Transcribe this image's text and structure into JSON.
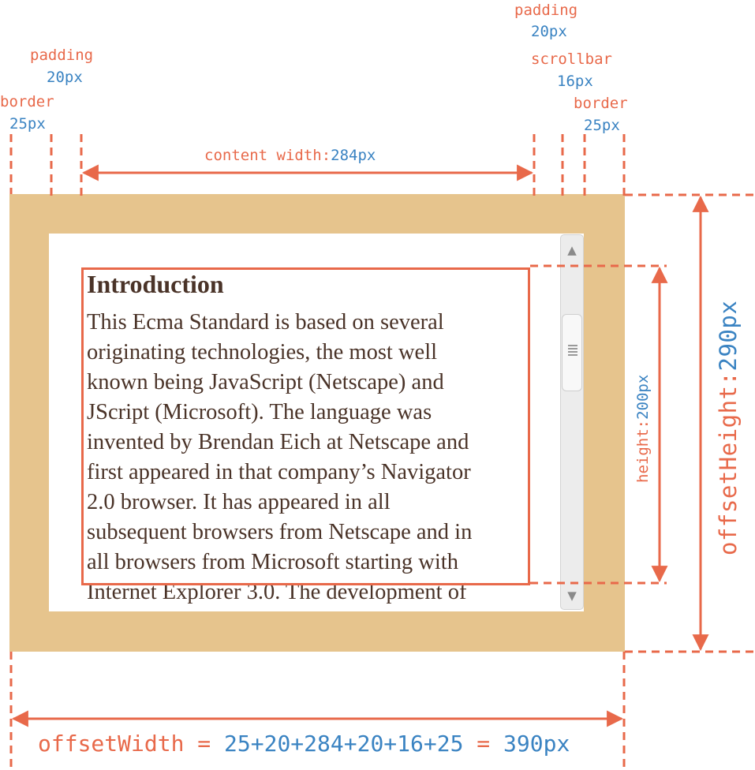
{
  "top_labels": {
    "padding_left": {
      "name": "padding",
      "value": "20px"
    },
    "border_left": {
      "name": "border",
      "value": "25px"
    },
    "padding_right": {
      "name": "padding",
      "value": "20px"
    },
    "scrollbar": {
      "name": "scrollbar",
      "value": "16px"
    },
    "border_right": {
      "name": "border",
      "value": "25px"
    }
  },
  "content_width": {
    "label": "content width:",
    "value": "284px"
  },
  "text": {
    "heading": "Introduction",
    "lines": [
      "This Ecma Standard is based on several",
      "originating technologies, the most well",
      "known being JavaScript (Netscape) and",
      "JScript (Microsoft). The language was",
      "invented by Brendan Eich at Netscape and",
      "first appeared in that company’s Navigator",
      "2.0 browser. It has appeared in all",
      "subsequent browsers from Netscape and in",
      "all browsers from Microsoft starting with",
      "Internet Explorer 3.0. The development of"
    ]
  },
  "scrollbar": {
    "up_arrow": "▲",
    "down_arrow": "▼"
  },
  "height_label": {
    "label": "height:",
    "value": "200px"
  },
  "offset_height": {
    "label": "offsetHeight:",
    "value": "290px"
  },
  "offset_width": {
    "label": "offsetWidth = ",
    "sum": "25+20+284+20+16+25",
    "equals": " = ",
    "value": "390px"
  },
  "colors": {
    "accent": "#e8694a",
    "value": "#3a83c2",
    "border_fill": "#e6c48d",
    "text": "#4a3328"
  }
}
